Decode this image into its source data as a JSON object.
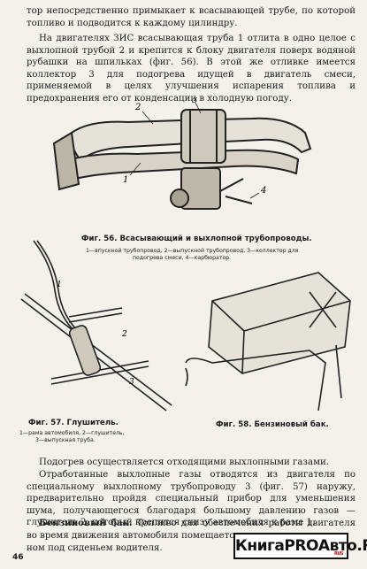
{
  "paragraph_1": "тор непосредственно примыкает к всасывающей трубе, по которой топливо и подводится к каждому цилиндру.",
  "paragraph_2": "На двигателях ЗИС всасывающая труба 1 отлита в одно целое с выхлопной трубой 2 и крепится к блоку двигателя поверх водяной рубашки на шпильках (фиг. 56). В этой же отливке имеется коллектор 3 для подогрева идущей в двигатель смеси, применяемой в целях улучшения испарения топлива и предохранения его от конденсации в холодную погоду.",
  "fig56": {
    "labels": [
      "1",
      "2",
      "3",
      "4"
    ],
    "caption": "Фиг. 56. Всасывающий и выхлопной трубопроводы.",
    "legend_1": "1—впускной трубопровод, 2—выпускной трубопровод, 3—коллектор для",
    "legend_2": "подогрева смеси, 4—карбюратор."
  },
  "fig57": {
    "labels": [
      "1",
      "2",
      "3"
    ],
    "caption": "Фиг. 57. Глушитель.",
    "legend_1": "1—рама автомобиля, 2—глушитель,",
    "legend_2": "3—выпускная труба."
  },
  "fig58": {
    "caption": "Фиг. 58. Бензиновый бак."
  },
  "paragraph_3": "Подогрев осуществляется отходящими выхлопными газами.",
  "paragraph_4": "Отработанные выхлопные газы отводятся из двигателя по специальному выхлопному трубопроводу 3 (фиг. 57) наружу, предварительно пройдя специальный прибор для уменьшения шума, получающегося благодаря большому давлению газов — глушитель 2, который крепится снизу автомобиля к раме 1.",
  "paragraph_5_title": "Бензиновый бак.",
  "paragraph_5_text": "Топливо для обеспечения работы двигателя во время движения автомобиля помещается в",
  "paragraph_5_end": "ном под сиденьем водителя.",
  "page_number": "46",
  "watermark": {
    "text": "КнигаPROАвто.RU",
    "sub": "RUS"
  }
}
